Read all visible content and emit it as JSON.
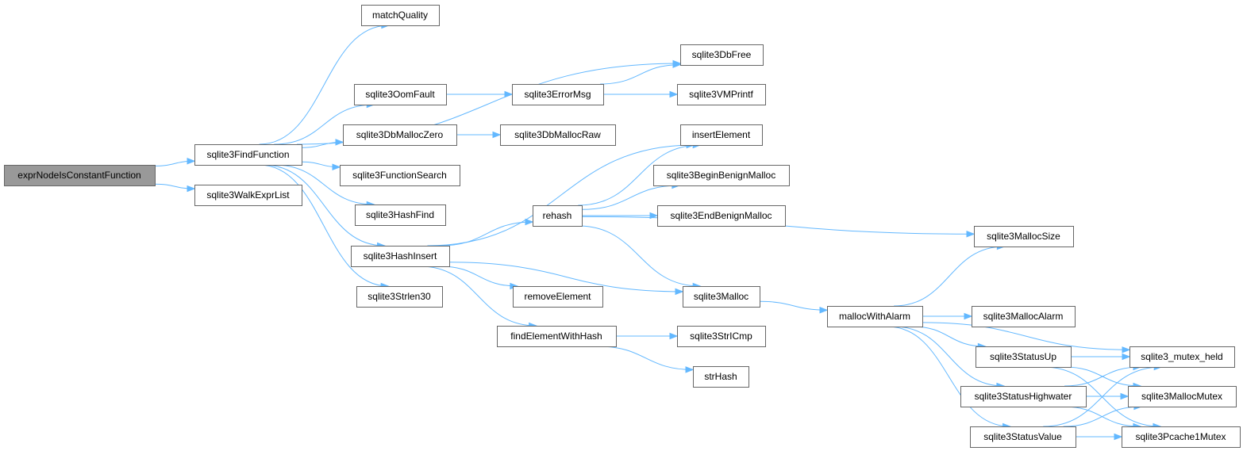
{
  "nodes": {
    "exprNodeIsConstantFunction": "exprNodeIsConstantFunction",
    "sqlite3FindFunction": "sqlite3FindFunction",
    "sqlite3WalkExprList": "sqlite3WalkExprList",
    "matchQuality": "matchQuality",
    "sqlite3OomFault": "sqlite3OomFault",
    "sqlite3DbMallocZero": "sqlite3DbMallocZero",
    "sqlite3FunctionSearch": "sqlite3FunctionSearch",
    "sqlite3HashFind": "sqlite3HashFind",
    "sqlite3HashInsert": "sqlite3HashInsert",
    "sqlite3Strlen30": "sqlite3Strlen30",
    "sqlite3ErrorMsg": "sqlite3ErrorMsg",
    "sqlite3DbMallocRaw": "sqlite3DbMallocRaw",
    "rehash": "rehash",
    "removeElement": "removeElement",
    "findElementWithHash": "findElementWithHash",
    "sqlite3DbFree": "sqlite3DbFree",
    "sqlite3VMPrintf": "sqlite3VMPrintf",
    "insertElement": "insertElement",
    "sqlite3BeginBenignMalloc": "sqlite3BeginBenignMalloc",
    "sqlite3EndBenignMalloc": "sqlite3EndBenignMalloc",
    "sqlite3Malloc": "sqlite3Malloc",
    "sqlite3StrICmp": "sqlite3StrICmp",
    "strHash": "strHash",
    "mallocWithAlarm": "mallocWithAlarm",
    "sqlite3MallocSize": "sqlite3MallocSize",
    "sqlite3MallocAlarm": "sqlite3MallocAlarm",
    "sqlite3StatusUp": "sqlite3StatusUp",
    "sqlite3StatusHighwater": "sqlite3StatusHighwater",
    "sqlite3StatusValue": "sqlite3StatusValue",
    "sqlite3_mutex_held": "sqlite3_mutex_held",
    "sqlite3MallocMutex": "sqlite3MallocMutex",
    "sqlite3Pcache1Mutex": "sqlite3Pcache1Mutex"
  },
  "edges": [
    [
      "exprNodeIsConstantFunction",
      "sqlite3FindFunction"
    ],
    [
      "exprNodeIsConstantFunction",
      "sqlite3WalkExprList"
    ],
    [
      "sqlite3FindFunction",
      "matchQuality"
    ],
    [
      "sqlite3FindFunction",
      "sqlite3DbFree"
    ],
    [
      "sqlite3FindFunction",
      "sqlite3OomFault"
    ],
    [
      "sqlite3FindFunction",
      "sqlite3DbMallocZero"
    ],
    [
      "sqlite3FindFunction",
      "sqlite3FunctionSearch"
    ],
    [
      "sqlite3FindFunction",
      "sqlite3HashFind"
    ],
    [
      "sqlite3FindFunction",
      "sqlite3HashInsert"
    ],
    [
      "sqlite3FindFunction",
      "sqlite3Strlen30"
    ],
    [
      "sqlite3OomFault",
      "sqlite3ErrorMsg"
    ],
    [
      "sqlite3ErrorMsg",
      "sqlite3DbFree"
    ],
    [
      "sqlite3ErrorMsg",
      "sqlite3VMPrintf"
    ],
    [
      "sqlite3DbMallocZero",
      "sqlite3DbMallocRaw"
    ],
    [
      "sqlite3HashInsert",
      "insertElement"
    ],
    [
      "sqlite3HashInsert",
      "rehash"
    ],
    [
      "sqlite3HashInsert",
      "sqlite3Malloc"
    ],
    [
      "sqlite3HashInsert",
      "removeElement"
    ],
    [
      "sqlite3HashInsert",
      "findElementWithHash"
    ],
    [
      "rehash",
      "insertElement"
    ],
    [
      "rehash",
      "sqlite3BeginBenignMalloc"
    ],
    [
      "rehash",
      "sqlite3EndBenignMalloc"
    ],
    [
      "rehash",
      "sqlite3MallocSize"
    ],
    [
      "rehash",
      "sqlite3Malloc"
    ],
    [
      "findElementWithHash",
      "sqlite3StrICmp"
    ],
    [
      "findElementWithHash",
      "strHash"
    ],
    [
      "sqlite3Malloc",
      "mallocWithAlarm"
    ],
    [
      "mallocWithAlarm",
      "sqlite3MallocSize"
    ],
    [
      "mallocWithAlarm",
      "sqlite3_mutex_held"
    ],
    [
      "mallocWithAlarm",
      "sqlite3MallocAlarm"
    ],
    [
      "mallocWithAlarm",
      "sqlite3StatusUp"
    ],
    [
      "mallocWithAlarm",
      "sqlite3StatusHighwater"
    ],
    [
      "mallocWithAlarm",
      "sqlite3StatusValue"
    ],
    [
      "sqlite3StatusUp",
      "sqlite3_mutex_held"
    ],
    [
      "sqlite3StatusUp",
      "sqlite3MallocMutex"
    ],
    [
      "sqlite3StatusUp",
      "sqlite3Pcache1Mutex"
    ],
    [
      "sqlite3StatusHighwater",
      "sqlite3_mutex_held"
    ],
    [
      "sqlite3StatusHighwater",
      "sqlite3MallocMutex"
    ],
    [
      "sqlite3StatusHighwater",
      "sqlite3Pcache1Mutex"
    ],
    [
      "sqlite3StatusValue",
      "sqlite3_mutex_held"
    ],
    [
      "sqlite3StatusValue",
      "sqlite3MallocMutex"
    ],
    [
      "sqlite3StatusValue",
      "sqlite3Pcache1Mutex"
    ]
  ],
  "colors": {
    "edge": "#63b8ff",
    "node_border": "#666666",
    "root_fill": "#999999"
  }
}
